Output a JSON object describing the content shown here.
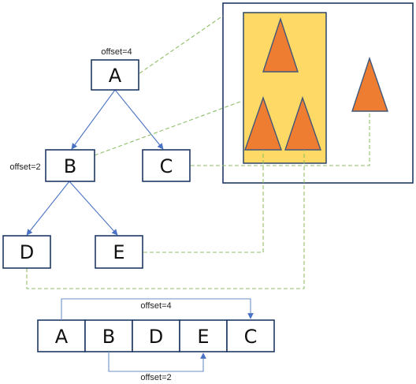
{
  "tree": {
    "A": {
      "label": "A",
      "offset_label": "offset=4"
    },
    "B": {
      "label": "B",
      "offset_label": "offset=2"
    },
    "C": {
      "label": "C"
    },
    "D": {
      "label": "D"
    },
    "E": {
      "label": "E"
    }
  },
  "array": {
    "cells": [
      "A",
      "B",
      "D",
      "E",
      "C"
    ],
    "top_offset_label": "offset=4",
    "bottom_offset_label": "offset=2"
  },
  "colors": {
    "triangle": "#ee7c31",
    "region": "#ffd966",
    "edge": "#4a72c4",
    "dash": "#8fbf6a"
  }
}
